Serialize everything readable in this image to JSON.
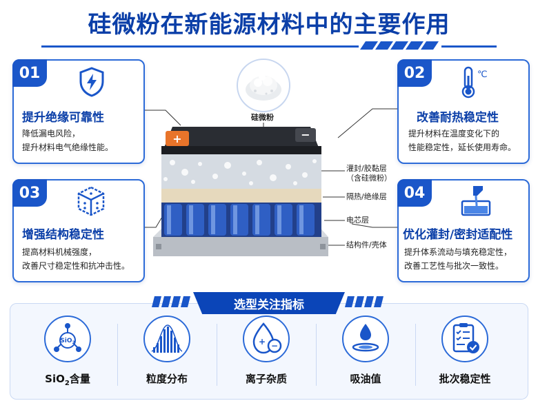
{
  "title": "硅微粉在新能源材料中的主要作用",
  "powder_label": "硅微粉",
  "cards": [
    {
      "num": "01",
      "title": "提升绝缘可靠性",
      "desc": [
        "降低漏电风险，",
        "提升材料电气绝缘性能。"
      ],
      "icon": "shield-bolt-icon"
    },
    {
      "num": "02",
      "title": "改善耐热稳定性",
      "desc": [
        "提升材料在温度变化下的",
        "性能稳定性，延长使用寿命。"
      ],
      "icon": "thermometer-icon"
    },
    {
      "num": "03",
      "title": "增强结构稳定性",
      "desc": [
        "提高材料机械强度，",
        "改善尺寸稳定性和抗冲击性。"
      ],
      "icon": "cube-icon"
    },
    {
      "num": "04",
      "title": "优化灌封/密封适配性",
      "desc": [
        "提升体系流动与填充稳定性，",
        "改善工艺性与批次一致性。"
      ],
      "icon": "pour-icon"
    }
  ],
  "thermo_unit": "℃",
  "battery_layers": [
    {
      "line1": "灌封/胶黏层",
      "line2": "（含硅微粉）"
    },
    {
      "line1": "隔热/绝缘层",
      "line2": ""
    },
    {
      "line1": "电芯层",
      "line2": ""
    },
    {
      "line1": "结构件/壳体",
      "line2": ""
    }
  ],
  "terminal_plus": "+",
  "terminal_minus": "−",
  "section_header": "选型关注指标",
  "metrics": [
    {
      "label_main": "SiO",
      "label_sub": "2",
      "label_tail": "含量",
      "icon": "molecule-icon",
      "icon_text": "SiO",
      "icon_sub": "2"
    },
    {
      "label_main": "粒度分布",
      "label_sub": "",
      "label_tail": "",
      "icon": "distribution-icon"
    },
    {
      "label_main": "离子杂质",
      "label_sub": "",
      "label_tail": "",
      "icon": "ion-drop-icon",
      "icon_plus": "+",
      "icon_minus": "−"
    },
    {
      "label_main": "吸油值",
      "label_sub": "",
      "label_tail": "",
      "icon": "oil-drop-icon"
    },
    {
      "label_main": "批次稳定性",
      "label_sub": "",
      "label_tail": "",
      "icon": "checklist-icon"
    }
  ],
  "colors": {
    "primary": "#1a56c9",
    "dark": "#0b3fa8",
    "accent_orange": "#e8742a"
  }
}
